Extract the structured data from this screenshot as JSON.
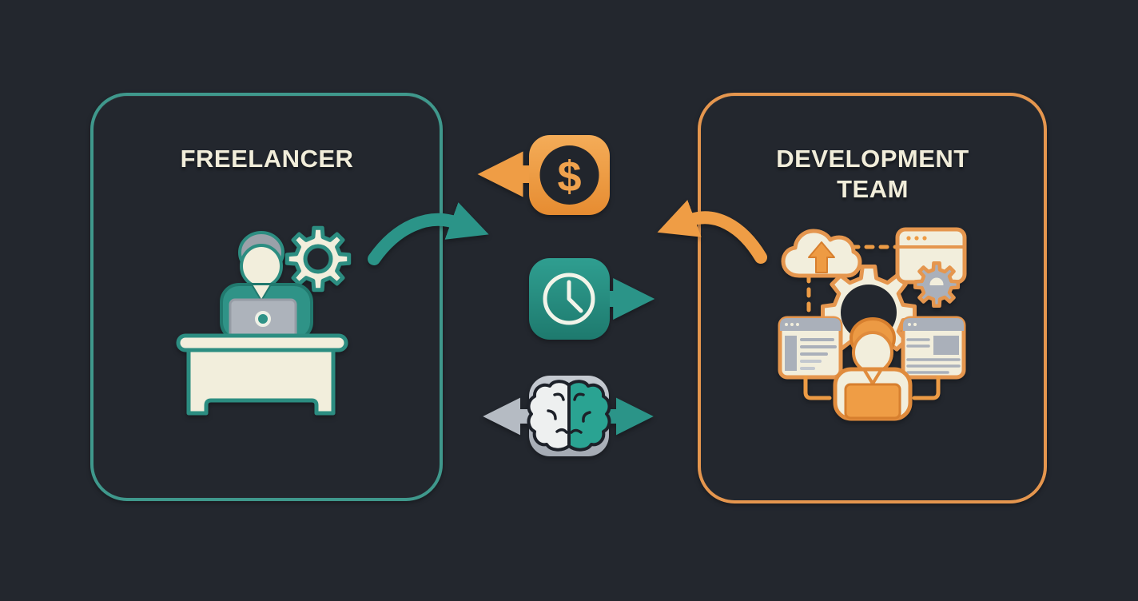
{
  "boxes": {
    "freelancer": {
      "title": "FREELANCER",
      "border_color": "#3f988c"
    },
    "development_team": {
      "title_line1": "DEVELOPMENT",
      "title_line2": "TEAM",
      "border_color": "#e5964e"
    }
  },
  "exchange": {
    "dollar_symbol": "$",
    "items": [
      {
        "name": "money",
        "icon": "dollar-coin-icon",
        "arrow_direction": "toward-freelancer",
        "color": "#ef9d45"
      },
      {
        "name": "time",
        "icon": "clock-icon",
        "arrow_direction": "toward-development-team",
        "color": "#2b9488"
      },
      {
        "name": "knowledge",
        "icon": "brain-icon",
        "arrow_direction": "both-directions",
        "color": "#b5bbc3"
      }
    ]
  },
  "flow_arrows": [
    {
      "name": "freelancer-to-middle",
      "color": "#2b9488",
      "shape": "curved-swoosh-right"
    },
    {
      "name": "development-team-to-middle",
      "color": "#ef9d45",
      "shape": "curved-swoosh-left"
    }
  ],
  "colors": {
    "background": "#23272e",
    "cream": "#f2eedc",
    "teal": "#2b9488",
    "teal-dark": "#21796e",
    "teal-border": "#3f988c",
    "orange": "#ef9d45",
    "orange-dark": "#d77f2e",
    "orange-border": "#e5964e",
    "gray": "#aab0ba",
    "gray-light": "#c3c8cf",
    "ink": "#21252c",
    "text": "#f1edda"
  }
}
